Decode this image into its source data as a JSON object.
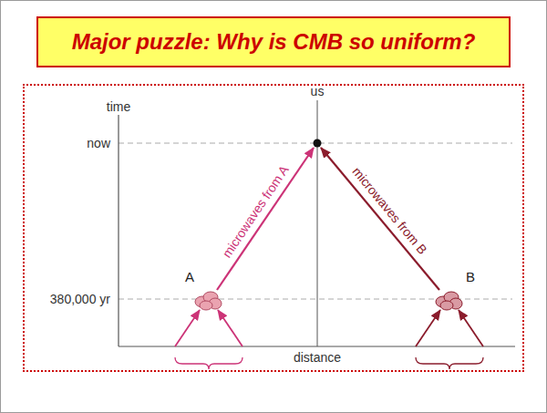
{
  "diagram": {
    "title": "Major puzzle: Why is CMB so uniform?",
    "nodes": [
      {
        "text": [
          "A"
        ]
      },
      {
        "text": [
          "B"
        ]
      }
    ],
    "labels": [
      "time",
      "us",
      "now",
      "380,000 yr",
      "distance",
      "microwaves from A",
      "microwaves from B"
    ]
  }
}
